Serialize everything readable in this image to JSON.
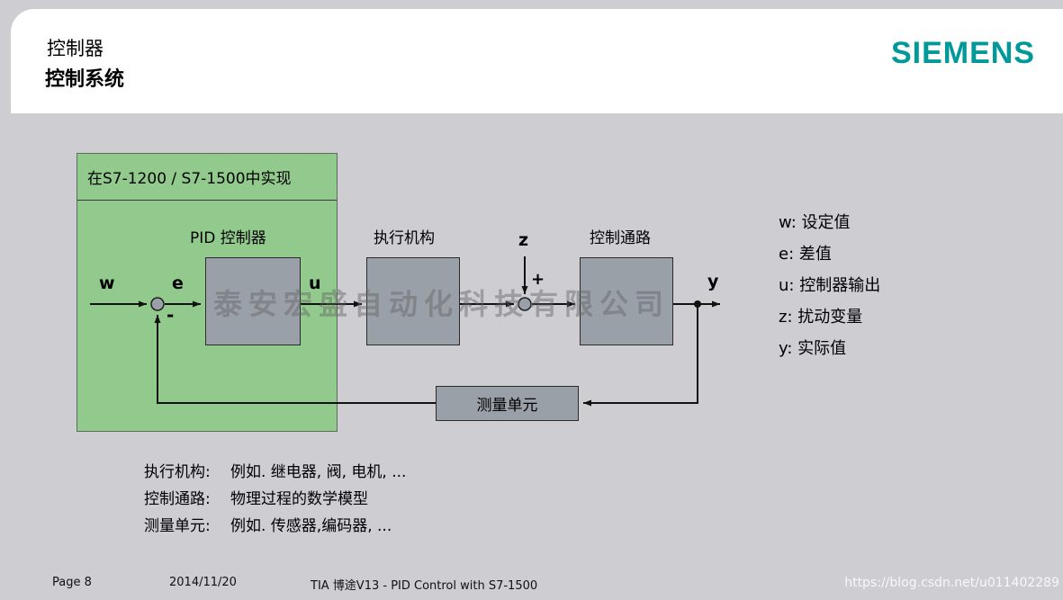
{
  "header": {
    "topic": "控制器",
    "title": "控制系统",
    "logo": "SIEMENS"
  },
  "diagram": {
    "green_box_title": "在S7-1200 / S7-1500中实现",
    "pid_label": "PID 控制器",
    "actuator_label": "执行机构",
    "process_label": "控制通路",
    "measure_label": "测量单元",
    "signals": {
      "w": "w",
      "e": "e",
      "u": "u",
      "z": "z",
      "y": "y",
      "plus": "+",
      "minus": "-"
    }
  },
  "legend": {
    "items": [
      "w: 设定值",
      "e: 差值",
      "u: 控制器输出",
      "z: 扰动变量",
      "y: 实际值"
    ]
  },
  "notes": {
    "items": [
      {
        "label": "执行机构:",
        "desc": "例如. 继电器, 阀, 电机, ..."
      },
      {
        "label": "控制通路:",
        "desc": "物理过程的数学模型"
      },
      {
        "label": "测量单元:",
        "desc": "例如. 传感器,编码器, ..."
      }
    ]
  },
  "footer": {
    "page": "Page 8",
    "date": "2014/11/20",
    "title": "TIA 博途V13 - PID Control with S7-1500"
  },
  "watermarks": {
    "center": "泰安宏盛自动化科技有限公司",
    "csdn": "https://blog.csdn.net/u011402289"
  },
  "colors": {
    "accent_teal": "#009999",
    "green_box": "#92ca8d",
    "block_gray": "#9aa0a8",
    "background": "#cdcdd2"
  }
}
